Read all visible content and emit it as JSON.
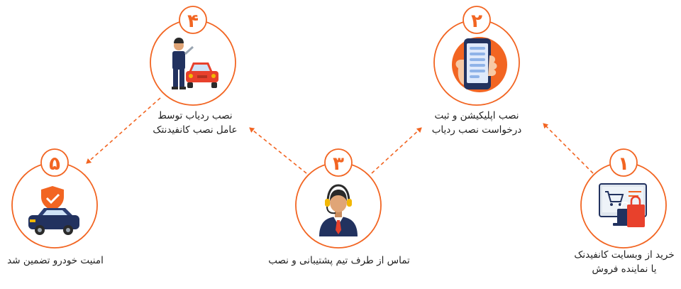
{
  "steps": [
    {
      "number": "۱",
      "line1": "خرید از وبسایت کانفیدنک",
      "line2": "یا نماینده فروش",
      "icon": "online-shop-icon"
    },
    {
      "number": "۲",
      "line1": "نصب اپلیکیشن و ثبت",
      "line2": "درخواست نصب ردیاب",
      "icon": "smartphone-app-icon"
    },
    {
      "number": "۳",
      "line1": "تماس از طرف تیم پشتیبانی و نصب",
      "line2": "",
      "icon": "support-agent-icon"
    },
    {
      "number": "۴",
      "line1": "نصب ردیاب توسط",
      "line2": "عامل نصب کانفیدنتک",
      "icon": "mechanic-car-icon"
    },
    {
      "number": "۵",
      "line1": "امنیت خودرو تضمین شد",
      "line2": "",
      "icon": "secured-car-icon"
    }
  ],
  "colors": {
    "accent": "#f26522",
    "navy": "#22325f",
    "text": "#1f1f1f",
    "background": "#ffffff"
  }
}
